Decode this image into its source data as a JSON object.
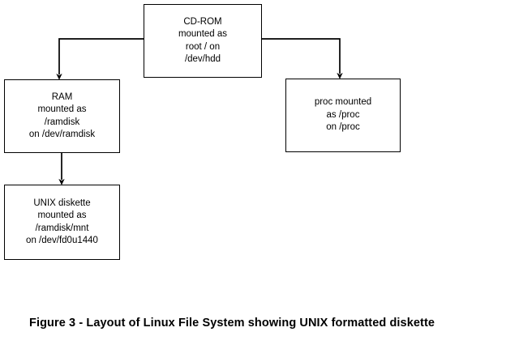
{
  "figure": {
    "caption": "Figure 3 - Layout of Linux File System showing UNIX formatted diskette",
    "stroke_color": "#000000",
    "background_color": "#ffffff"
  },
  "nodes": {
    "cdrom": {
      "name": "CD-ROM",
      "lines": [
        "CD-ROM",
        "mounted as",
        "root / on",
        "/dev/hdd"
      ],
      "mount_point": "root /",
      "device": "/dev/hdd"
    },
    "ram": {
      "name": "RAM",
      "lines": [
        "RAM",
        "mounted as",
        "/ramdisk",
        "on /dev/ramdisk"
      ],
      "mount_point": "/ramdisk",
      "device": "/dev/ramdisk"
    },
    "proc": {
      "name": "proc",
      "lines": [
        "proc mounted",
        "as /proc",
        "on /proc"
      ],
      "mount_point": "/proc",
      "device": "/proc"
    },
    "unix_diskette": {
      "name": "UNIX diskette",
      "lines": [
        "UNIX diskette",
        "mounted as",
        "/ramdisk/mnt",
        "on /dev/fd0u1440"
      ],
      "mount_point": "/ramdisk/mnt",
      "device": "/dev/fd0u1440"
    }
  },
  "connectors": [
    {
      "id": "cdrom-to-ram",
      "from": "cdrom",
      "to": "ram",
      "style": "elbow-left-down-arrow"
    },
    {
      "id": "cdrom-to-proc",
      "from": "cdrom",
      "to": "proc",
      "style": "elbow-right-down-arrow"
    },
    {
      "id": "ram-to-unix",
      "from": "ram",
      "to": "unix_diskette",
      "style": "straight-down-arrow"
    }
  ]
}
